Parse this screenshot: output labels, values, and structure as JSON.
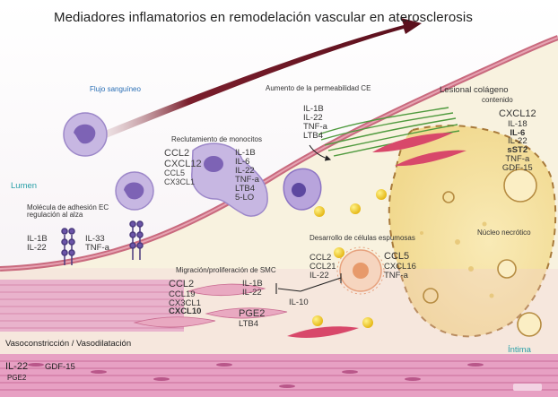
{
  "title": "Mediadores inflamatorios en remodelación vascular en aterosclerosis",
  "regions": {
    "blood_flow": "Flujo sanguíneo",
    "lumen": "Lumen",
    "intima": "Íntima",
    "vasoconstriction": "Vasoconstricción / Vasodilatación"
  },
  "processes": {
    "permeability": "Aumento de la permeabilidad CE",
    "monocyte_recruitment": "Reclutamiento de monocitos",
    "adhesion": [
      "Molécula de adhesión EC",
      "regulación al alza"
    ],
    "foam_cells": "Desarrollo de células espumosas",
    "smc_migration": "Migración/proliferación de SMC",
    "lesional_collagen": [
      "Lesional colágeno",
      "contenido"
    ],
    "necrotic_core": "Núcleo necrótico"
  },
  "mediators": {
    "adhesion_left": [
      "IL-1B",
      "IL-22"
    ],
    "adhesion_right": [
      "IL-33",
      "TNF-a"
    ],
    "monocyte_left": [
      "CCL2",
      "CXCL12",
      "CCL5",
      "CX3CL1"
    ],
    "monocyte_right": [
      "IL-1B",
      "IL-6",
      "IL-22",
      "TNF-a",
      "LTB4",
      "5-LO"
    ],
    "permeability": [
      "IL-1B",
      "IL-22",
      "TNF-a",
      "LTB4"
    ],
    "collagen": [
      "CXCL12",
      "IL-18",
      "IL-6",
      "IL-22",
      "sST2",
      "TNF-a",
      "GDF-15"
    ],
    "foam_left": [
      "CCL2",
      "CCL21",
      "IL-22"
    ],
    "foam_right": [
      "CCL5",
      "CXCL16",
      "TNF-a"
    ],
    "smc_left": [
      "CCL2",
      "CCL19",
      "CX3CL1",
      "CXCL10"
    ],
    "smc_right": [
      "IL-1B",
      "IL-22"
    ],
    "smc_bottom": [
      "PGE2",
      "LTB4"
    ],
    "il10": "IL-10",
    "vaso": [
      "IL-22",
      "GDF-15",
      "PGE2"
    ]
  },
  "colors": {
    "endothelium": "#c96a7e",
    "plaque": "#f7f1de",
    "media": "#e6a7c4",
    "monocyte": "#b7a3d8",
    "lipid": "#f3c928",
    "necrotic": "#f6e3a6",
    "collagen": "#4f9a3e"
  },
  "icons": [
    "monocyte-icon",
    "macrophage-icon",
    "foam-cell-icon",
    "adhesion-molecule-icon",
    "lipid-droplet-icon",
    "smc-icon",
    "collagen-fiber-icon"
  ]
}
